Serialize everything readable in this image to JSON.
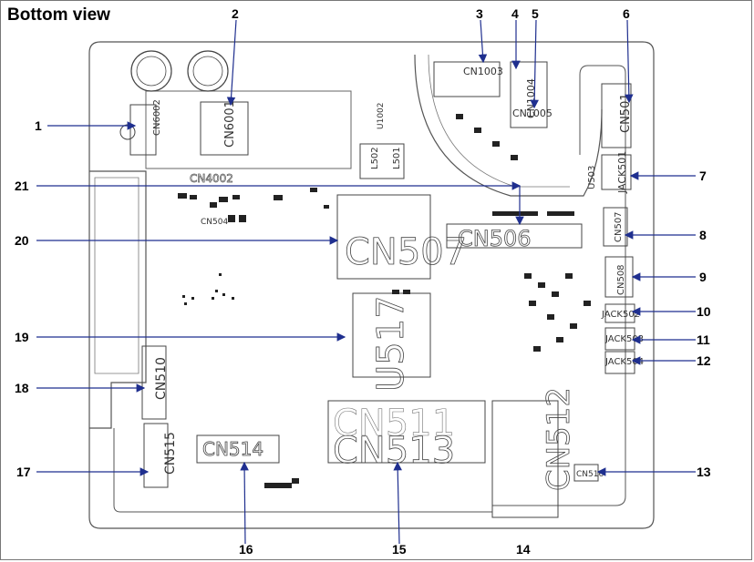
{
  "title": "Bottom view",
  "callouts": [
    "1",
    "2",
    "3",
    "4",
    "5",
    "6",
    "7",
    "8",
    "9",
    "10",
    "11",
    "12",
    "13",
    "14",
    "15",
    "16",
    "17",
    "18",
    "19",
    "20",
    "21"
  ],
  "components": {
    "cn6002": "CN6002",
    "cn6001": "CN6001",
    "cn1003": "CN1003",
    "cn1004": "CN1004",
    "cn1005": "CN1005",
    "cn501": "CN501",
    "jack501": "JACK501",
    "cn507_small": "CN507",
    "cn508": "CN508",
    "jack502": "JACK502",
    "jack503": "JACK503",
    "jack504": "JACK504",
    "cn516": "CN516",
    "cn512": "CN512",
    "cn513": "CN513",
    "cn511": "CN511",
    "cn514": "CN514",
    "cn515": "CN515",
    "cn510": "CN510",
    "u517": "U517",
    "cn507": "CN507",
    "cn506": "CN506",
    "cn4002": "CN4002",
    "cn504": "CN504",
    "u503": "U503",
    "l502": "L502",
    "l501": "L501",
    "u1002": "U1002"
  },
  "colors": {
    "arrow": "#1f2f8f",
    "outline": "#555555",
    "text": "#000000"
  }
}
